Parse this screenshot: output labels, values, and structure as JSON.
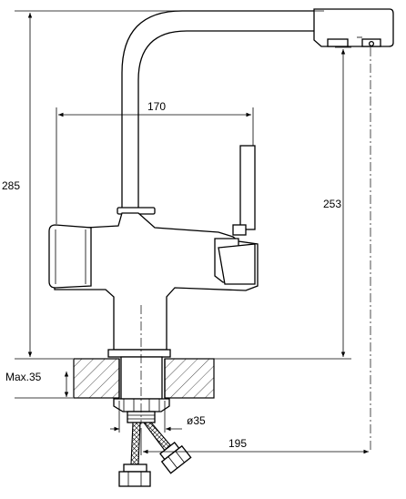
{
  "dimensions": {
    "overall_height": "285",
    "spout_height": "253",
    "width": "170",
    "spout_reach": "195",
    "counter_thickness": "Max.35",
    "hole_diameter": "ø35"
  }
}
